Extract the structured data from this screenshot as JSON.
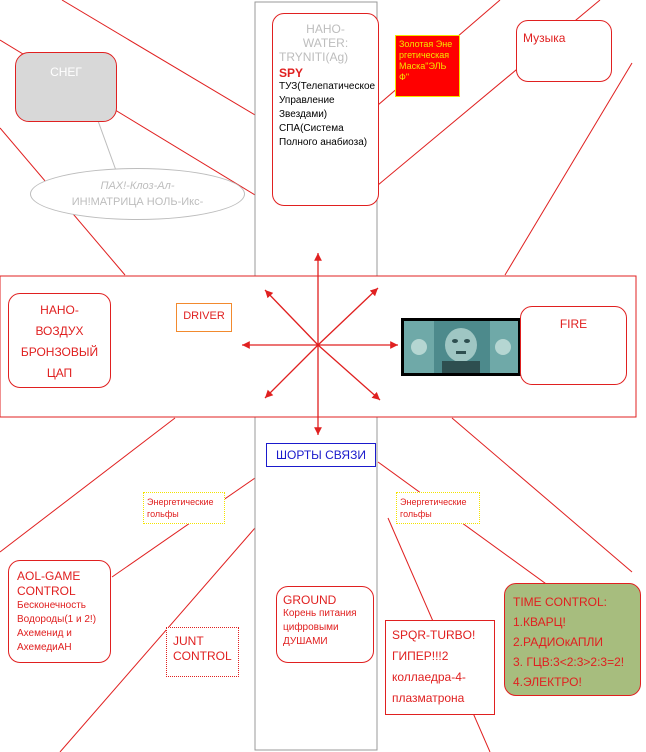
{
  "colors": {
    "red": "#e02020",
    "grey": "#bdbdbd",
    "blue": "#1a1acc",
    "snow_fill": "#d8d8d8",
    "time_fill": "#a7bd7e",
    "mask_fill": "#ff0000",
    "yellow_border": "#f3e400",
    "orange_border": "#f28a2e"
  },
  "water": {
    "l1": "НАНО-",
    "l2": "WATER:",
    "l3": "TRYNITI(Ag)",
    "spy": "SPY",
    "tuz": "ТУЗ(Телепатическое Управление Звездами)",
    "spa": "СПА(Система Полного анабиоза)"
  },
  "mask": {
    "text": "Золотая Энергетическая Маска\"ЭЛЬФ\""
  },
  "music": {
    "text": "Музыка"
  },
  "snow": {
    "text": "СНЕГ"
  },
  "pah": {
    "l1": "ПАХ!-Клоз-Ал-",
    "l2": "ИН!МАТРИЦА НОЛЬ-Икс-"
  },
  "nano_air": {
    "text": "НАНО-ВОЗДУХ БРОНЗОВЫЙ ЦАП"
  },
  "driver": {
    "text": "DRIVER"
  },
  "fire": {
    "text": "FIRE"
  },
  "image": {
    "icon": "face-photo-icon"
  },
  "shorts": {
    "text": "ШОРТЫ СВЯЗИ"
  },
  "golf_left": {
    "text": "Энергетические гольфы"
  },
  "golf_right": {
    "text": "Энергетические гольфы"
  },
  "aol": {
    "l1": "AOL-GAME",
    "l2": "CONTROL",
    "l3": "Бесконечность Водороды(1 и 2!) Ахеменид и АхемедиАН"
  },
  "junt": {
    "text": "JUNT CONTROL"
  },
  "ground": {
    "title": "GROUND",
    "body": "Корень питания цифровыми ДУШАМИ"
  },
  "spqr": {
    "text": "SPQR-TURBO! ГИПЕР!!!2 коллаедра-4-плазматрона"
  },
  "time": {
    "title": "TIME CONTROL:",
    "items": [
      "1.КВАРЦ!",
      "2.РАДИОкАПЛИ",
      "3. ГЦВ:3<2:3>2:3=2!",
      "4.ЭЛЕКТРО!"
    ]
  }
}
